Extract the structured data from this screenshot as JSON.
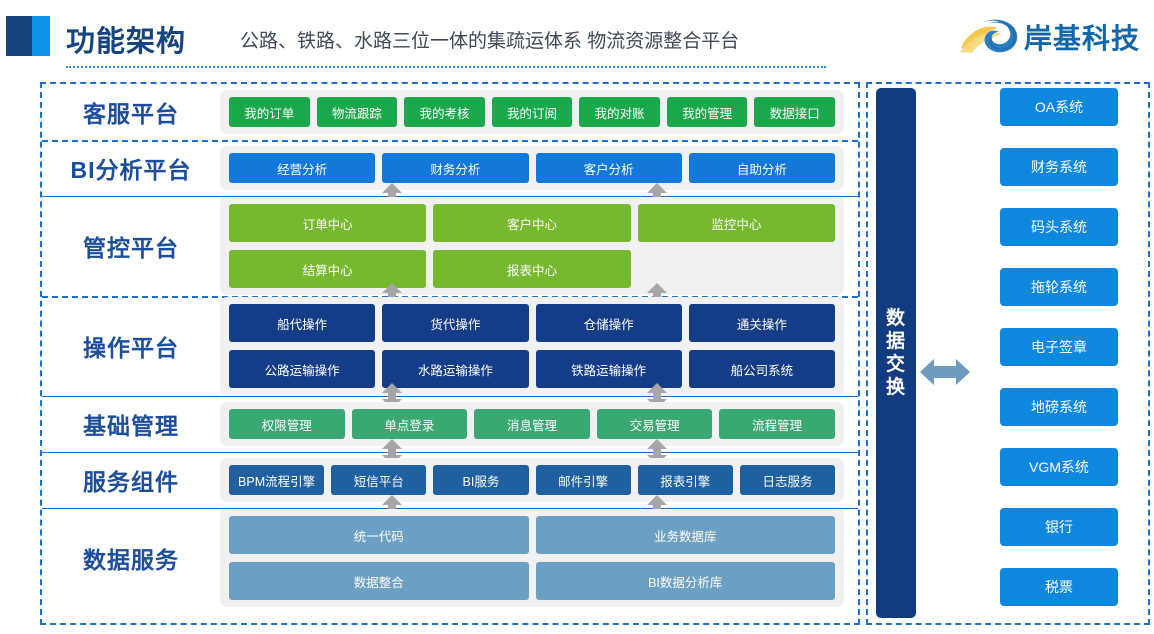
{
  "header": {
    "title": "功能架构",
    "subtitle": "公路、铁路、水路三位一体的集疏运体系   物流资源整合平台",
    "logo_text": "岸基科技",
    "logo_icon": "wave-circle-logo-icon",
    "accent_dark": "#16447F",
    "accent_light": "#0D93E8"
  },
  "layers": [
    {
      "label": "客服平台",
      "color": "#1BA84C",
      "height": 56,
      "rows": [
        [
          "我的订单",
          "物流跟踪",
          "我的考核",
          "我的订阅",
          "我的对账",
          "我的管理",
          "数据接口"
        ]
      ]
    },
    {
      "label": "BI分析平台",
      "color": "#1279DB",
      "height": 56,
      "rows": [
        [
          "经营分析",
          "财务分析",
          "客户分析",
          "自助分析"
        ]
      ]
    },
    {
      "label": "管控平台",
      "color": "#76B82E",
      "height": 100,
      "rows": [
        [
          "订单中心",
          "客户中心",
          "监控中心"
        ],
        [
          "结算中心",
          "报表中心",
          ""
        ]
      ]
    },
    {
      "label": "操作平台",
      "color": "#153D87",
      "height": 100,
      "rows": [
        [
          "船代操作",
          "货代操作",
          "仓储操作",
          "通关操作"
        ],
        [
          "公路运输操作",
          "水路运输操作",
          "铁路运输操作",
          "船公司系统"
        ]
      ]
    },
    {
      "label": "基础管理",
      "color": "#3AA873",
      "height": 56,
      "rows": [
        [
          "权限管理",
          "单点登录",
          "消息管理",
          "交易管理",
          "流程管理"
        ]
      ]
    },
    {
      "label": "服务组件",
      "color": "#1F60A1",
      "height": 56,
      "rows": [
        [
          "BPM流程引擎",
          "短信平台",
          "BI服务",
          "邮件引擎",
          "报表引擎",
          "日志服务"
        ]
      ]
    },
    {
      "label": "数据服务",
      "color": "#6CA0C3",
      "height": 100,
      "rows": [
        [
          "统一代码",
          "业务数据库"
        ],
        [
          "数据整合",
          "BI数据分析库"
        ]
      ]
    }
  ],
  "exchange": {
    "label_chars": [
      "数",
      "据",
      "交",
      "换"
    ],
    "color": "#123C80",
    "arrow_icon": "double-headed-horizontal-arrow-icon",
    "arrow_color": "#6E9BBE"
  },
  "external_systems": {
    "color": "#0E87DE",
    "items": [
      "OA系统",
      "财务系统",
      "码头系统",
      "拖轮系统",
      "电子签章",
      "地磅系统",
      "VGM系统",
      "银行",
      "税票"
    ]
  },
  "connector_arrows": {
    "icon": "double-headed-vertical-arrow-icon",
    "color": "#A6A6A6",
    "x_positions": [
      390,
      655
    ]
  }
}
